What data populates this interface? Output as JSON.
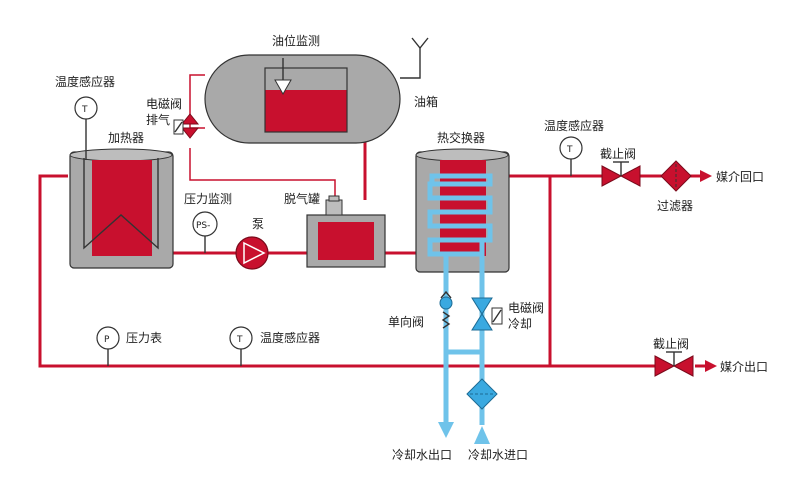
{
  "labels": {
    "oil_level_monitor": "油位监测",
    "oil_tank": "油箱",
    "temp_sensor_heater": "温度感应器",
    "heater": "加热器",
    "solenoid_exhaust_1": "电磁阀",
    "solenoid_exhaust_2": "排气",
    "pressure_monitor": "压力监测",
    "pump": "泵",
    "degassing_tank": "脱气罐",
    "heat_exchanger": "热交换器",
    "temp_sensor_return": "温度感应器",
    "stop_valve_return": "截止阀",
    "filter": "过滤器",
    "medium_return": "媒介回口",
    "check_valve": "单向阀",
    "solenoid_cooling_1": "电磁阀",
    "solenoid_cooling_2": "冷却",
    "pressure_gauge": "压力表",
    "temp_sensor_outlet": "温度感应器",
    "stop_valve_outlet": "截止阀",
    "medium_outlet": "媒介出口",
    "cooling_water_outlet": "冷却水出口",
    "cooling_water_inlet": "冷却水进口"
  },
  "gauges": {
    "temp_symbol": "T",
    "pressure_symbol": "P",
    "pressure_switch": "PS-"
  },
  "colors": {
    "oil_pipe": "#c8102e",
    "cooling_water": "#6fc3ea",
    "tank_shell": "#a9a9a9",
    "fluid": "#c8102e"
  }
}
